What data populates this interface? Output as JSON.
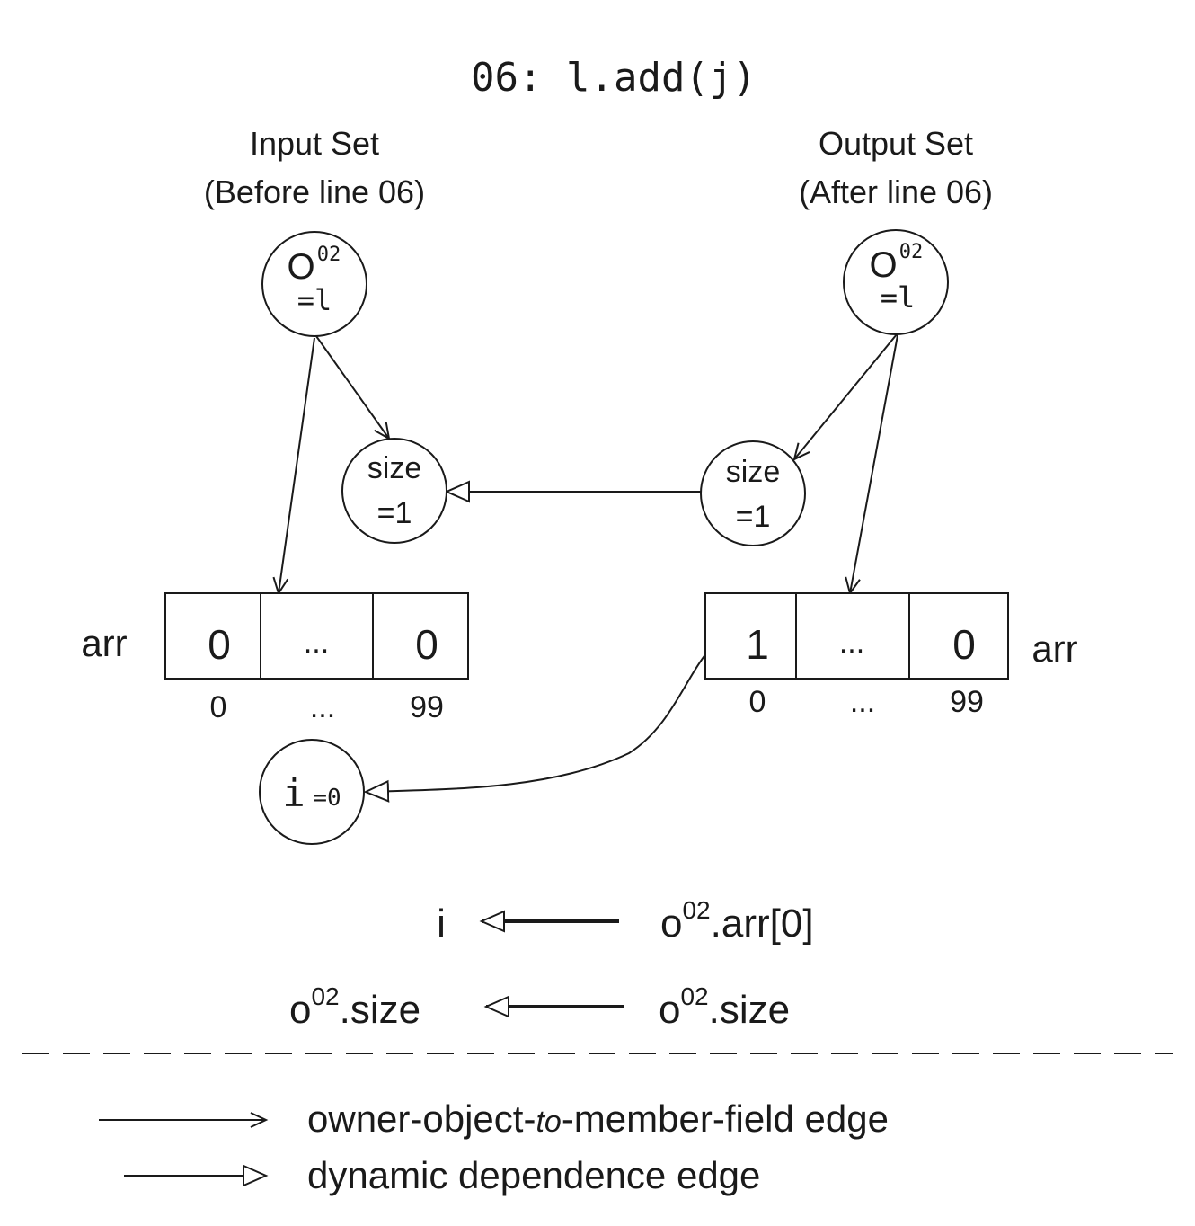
{
  "title": "06: l.add(j)",
  "input_set": {
    "heading": "Input Set",
    "subheading": "(Before line 06)",
    "object": {
      "base": "O",
      "sup": "02",
      "value": "=l"
    },
    "size": {
      "label": "size",
      "value": "=1"
    },
    "array": {
      "label": "arr",
      "cells": [
        "0",
        "...",
        "0"
      ],
      "indices": [
        "0",
        "...",
        "99"
      ]
    }
  },
  "output_set": {
    "heading": "Output Set",
    "subheading": "(After line 06)",
    "object": {
      "base": "O",
      "sup": "02",
      "value": "=l"
    },
    "size": {
      "label": "size",
      "value": "=1"
    },
    "array": {
      "label": "arr",
      "cells": [
        "1",
        "...",
        "0"
      ],
      "indices": [
        "0",
        "...",
        "99"
      ]
    }
  },
  "i_node": {
    "var": "i",
    "value": "=0"
  },
  "dependences": [
    {
      "lhs": {
        "text": "i"
      },
      "rhs": {
        "base": "o",
        "sup": "02",
        "rest": ".arr[0]"
      }
    },
    {
      "lhs": {
        "base": "o",
        "sup": "02",
        "rest": ".size"
      },
      "rhs": {
        "base": "o",
        "sup": "02",
        "rest": ".size"
      }
    }
  ],
  "legend": {
    "owner_prefix": "owner-object-",
    "owner_italic": "to",
    "owner_suffix": "-member-field edge",
    "dynamic": "dynamic dependence edge"
  }
}
